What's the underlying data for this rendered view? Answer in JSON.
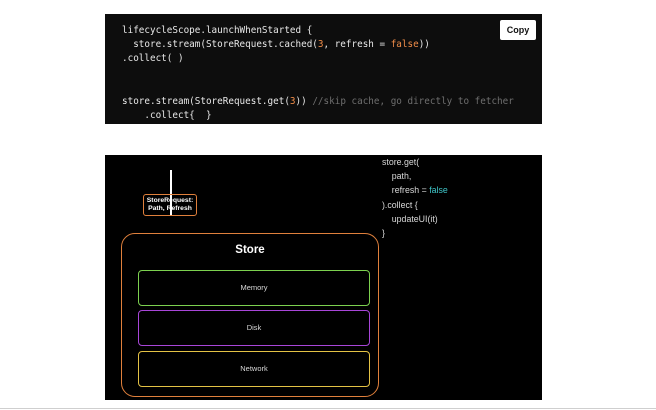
{
  "code_block": {
    "copy_label": "Copy",
    "line1": "lifecycleScope.launchWhenStarted {",
    "line2_pre": "  store.stream(StoreRequest.cached(",
    "line2_num": "3",
    "line2_mid": ", refresh = ",
    "line2_kw": "false",
    "line2_post": "))",
    "line3": ".collect( )",
    "line4_pre": "store.stream(StoreRequest.get(",
    "line4_num": "3",
    "line4_post": ")) ",
    "line4_comment": "//skip cache, go directly to fetcher",
    "line5": "    .collect{  }"
  },
  "diagram": {
    "request_line1": "StoreRequest:",
    "request_line2": "Path, Refresh",
    "store_title": "Store",
    "layers": {
      "memory": "Memory",
      "disk": "Disk",
      "network": "Network"
    },
    "code": {
      "l1": "store.get(",
      "l2": "    path,",
      "l3_pre": "    refresh = ",
      "l3_kw": "false",
      "l4": ").collect {",
      "l5": "    updateUI(it)",
      "l6": "}"
    }
  },
  "colors": {
    "store_border": "#e0803c",
    "memory_border": "#7cd14f",
    "disk_border": "#a846d8",
    "network_border": "#e4c245",
    "keyword_orange": "#f08d49",
    "keyword_teal": "#3fc6c9"
  }
}
